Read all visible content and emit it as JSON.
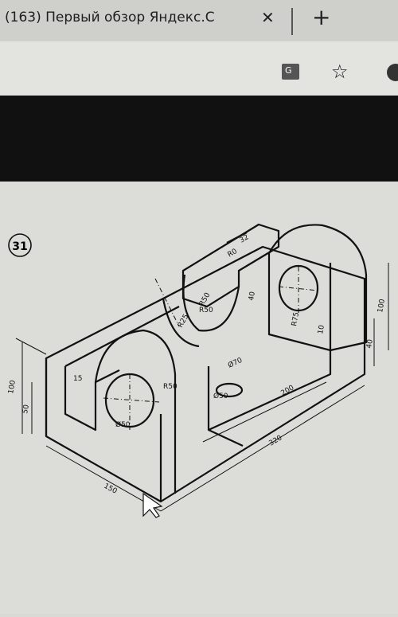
{
  "tab": {
    "title": "(163) Первый обзор Яндекс.С",
    "close_glyph": "✕",
    "new_tab_glyph": "+"
  },
  "toolbar": {
    "translate_icon": "translate-icon",
    "star_icon": "star-icon",
    "globe_icon": "globe-icon"
  },
  "drawing": {
    "figure_number": "31",
    "dimensions": [
      "15",
      "32",
      "R0",
      "40",
      "R50",
      "R50",
      "R25",
      "R75",
      "Ø50",
      "Ø70",
      "Ø50",
      "R50",
      "200",
      "320",
      "150",
      "100",
      "50",
      "40",
      "100",
      "10"
    ]
  }
}
